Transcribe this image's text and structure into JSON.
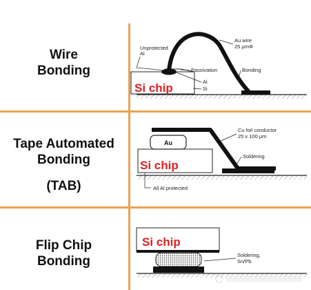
{
  "rows": {
    "wire": {
      "title_line1": "Wire",
      "title_line2": "Bonding"
    },
    "tab": {
      "title_line1": "Tape Automated",
      "title_line2": "Bonding",
      "abbr": "(TAB)"
    },
    "flip": {
      "title_line1": "Flip Chip",
      "title_line2": "Bonding"
    }
  },
  "wire_diagram": {
    "chip_label": "Si chip",
    "unprotected_l1": "Unprotected",
    "unprotected_l2": "Al",
    "au_wire_l1": "Au wire",
    "au_wire_l2": "25 μmΦ",
    "passivation": "Passivation",
    "bonding": "Bonding",
    "al": "Al",
    "si": "Si"
  },
  "tab_diagram": {
    "chip_label": "Si chip",
    "au": "Au",
    "cu_l1": "Cu foil conductor",
    "cu_l2": "25 x 100 μm",
    "soldering": "Soldering",
    "al_protected": "All Al protected"
  },
  "flip_diagram": {
    "chip_label": "Si chip",
    "solder_l1": "Soldering,",
    "solder_l2": "Sn/Pb"
  },
  "colors": {
    "divider": "#e9a154",
    "chip_text": "#e02020"
  }
}
